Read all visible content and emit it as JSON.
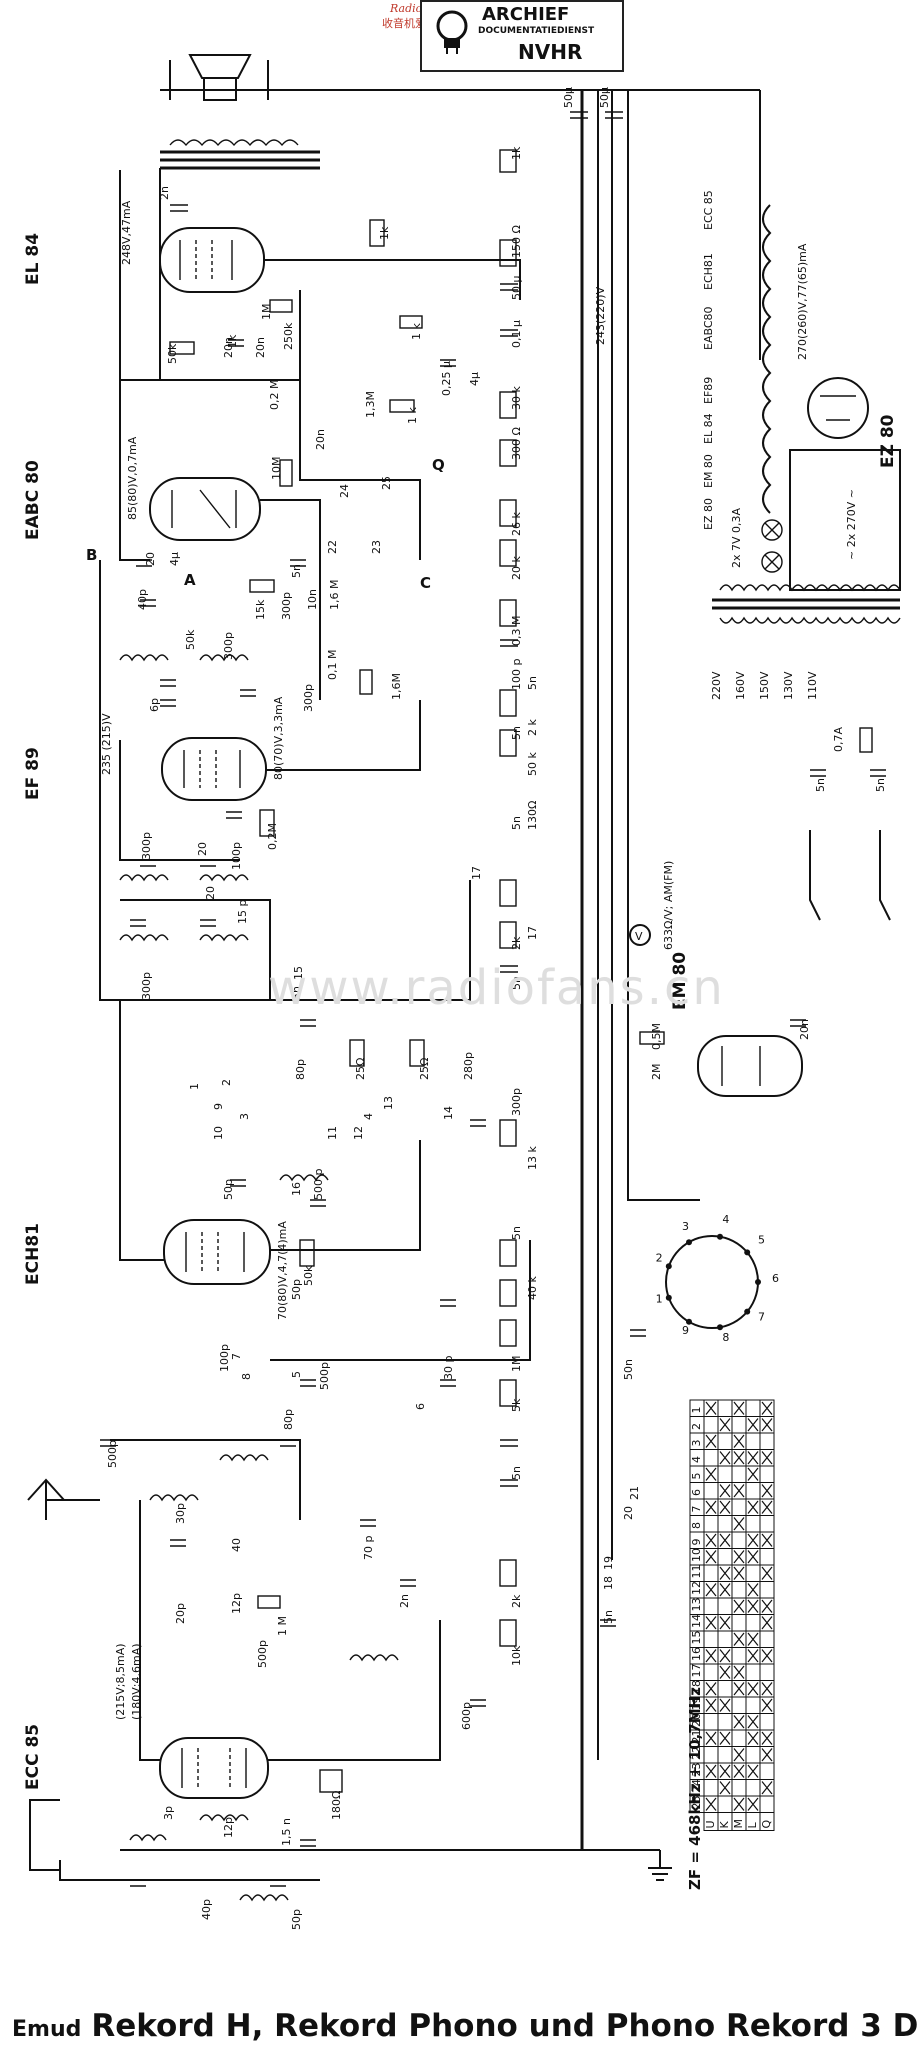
{
  "watermark": {
    "site_top": "RadioFans.CN",
    "site_top_cn": "收音机爱好者资料库",
    "site_mid": "www.radiofans.cn"
  },
  "stamp": {
    "line1": "ARCHIEF",
    "line2": "DOCUMENTATIEDIENST",
    "line3": "NVHR"
  },
  "tubes": {
    "el84": "EL 84",
    "eabc80": "EABC 80",
    "ef89": "EF 89",
    "ech81": "ECH81",
    "ecc85": "ECC 85",
    "em80": "EM 80",
    "ez80": "EZ 80"
  },
  "labels": {
    "el84_voltage": "248V,47mA",
    "eabc_voltage": "85(80)V,0,7mA",
    "ef89_voltage": "80(70)V,3,3mA",
    "ef89_anode": "235 (215)V",
    "ech_voltage": "70(80)V,4,7(4)mA",
    "ecc_v1": "(215V;8,5mA)",
    "ecc_v2": "(180V;4,6mA)",
    "hv_bus": "243(220)V",
    "ez80_rating": "270(260)V,77(65)mA",
    "meter": "V",
    "meter_text": "633Ω/V; AM(FM)",
    "mains_ac": "~ 2x 270V ~",
    "fuse": "0,7A",
    "lamp": "2x 7V 0,3A",
    "zf": "ZF = 468kHz + 10,7MHz",
    "tap_b": "B",
    "tap_c": "C",
    "tap_a": "A",
    "tap_q": "Q"
  },
  "mains_taps": [
    "220V",
    "160V",
    "150V",
    "130V",
    "110V"
  ],
  "heater_tubes": [
    "ECC 85",
    "ECH81",
    "EABC80",
    "EF89",
    "EL 84",
    "EM 80",
    "EZ 80"
  ],
  "components": {
    "c50u_a": "50µ",
    "c50u_b": "50µ",
    "r1k_top": "1k",
    "r1k_b": "1k",
    "c2n": "2n",
    "r150": "150 Ω",
    "c50u_c": "50 µ",
    "c01u": "0,1 µ",
    "r1k_c": "1 k",
    "r1m": "1M",
    "c20n_a": "20n",
    "c20n_b": "20n",
    "r1k_d": "1k",
    "r50k": "50k",
    "p250k": "250k",
    "c025u": "0,25 µ",
    "c4u": "4µ",
    "r30": "30 k",
    "r02m": "0,2 M",
    "r13m": "1,3M",
    "r1k_e": "1 k",
    "r300": "300 Ω",
    "c20n_c": "20n",
    "r10m": "10M",
    "c5n_a": "5n",
    "r20k": "20 k",
    "r26k": "26 k",
    "c20_a": "20",
    "c4u_b": "4µ",
    "c40p": "40p",
    "r50k_b": "50k",
    "c300p_a": "300p",
    "r15k": "15k",
    "c300p_b": "300p",
    "c10n": "10n",
    "r16m": "1,6 M",
    "r01m": "0,1 M",
    "c100p_a": "100 p",
    "r16m_b": "1,6M",
    "c03m": "0,3 M",
    "c5n_b": "5n",
    "r2k": "2 k",
    "c5n_c": "5n",
    "r50k_c": "50 k",
    "c300p_c": "300p",
    "c6p": "6p",
    "c100p_b": "100p",
    "r02m_b": "0,2M",
    "c5n_d": "5n",
    "r130": "130Ω",
    "c300p_d": "300p",
    "c20_b": "20",
    "c20_c": "20",
    "r2k_b": "2k",
    "r17": "17",
    "c15p": "15 p",
    "c5n_e": "5n",
    "c300p_e": "300p",
    "c5n_f": "5n",
    "c80p": "80p",
    "r25a": "25Ω",
    "r25b": "25Ω",
    "c280p": "280p",
    "c300p_f": "300p",
    "r05m": "0,5M",
    "r2m": "2M",
    "c20n_d": "20n",
    "c50p_a": "50p",
    "c500p_a": "500 p",
    "r13": "13 k",
    "c50p_b": "50p",
    "r50k_d": "50k",
    "c5n_g": "5n",
    "r40k": "40 k",
    "c100p_c": "100p",
    "c500p_b": "500p",
    "r1m_b": "1M",
    "c30p": "30 p",
    "r5k": "5k",
    "c80p_b": "80p",
    "c50n": "50n",
    "c500p_c": "500p",
    "c5n_h": "5n",
    "c30p_b": "30p",
    "c40p_b": "40",
    "c70p": "70 p",
    "c2n_b": "2n",
    "c20p": "20p",
    "c12p": "12p",
    "r1m_c": "1 M",
    "c500p_d": "500p",
    "r2k_c": "2k",
    "r10k": "10k",
    "c600p": "600p",
    "c5n_i": "5n",
    "c3p": "3p",
    "c12p_b": "12p",
    "c15p_b": "1,5 n",
    "r180": "180Ω",
    "c40p_c": "40p",
    "c50p_c": "50p",
    "c5n_j": "5n",
    "c5n_k": "5n"
  },
  "switch_contacts": [
    "1",
    "2",
    "3",
    "4",
    "5",
    "6",
    "7",
    "8",
    "9",
    "10",
    "11",
    "12",
    "13",
    "14",
    "15",
    "16",
    "17",
    "18",
    "19",
    "20",
    "21",
    "22",
    "23",
    "24",
    "25"
  ],
  "switch_table": {
    "header": [
      "1",
      "2",
      "3",
      "4",
      "5",
      "6",
      "7",
      "8",
      "9",
      "10",
      "11",
      "12",
      "13",
      "14",
      "15",
      "16",
      "17",
      "18",
      "19",
      "20",
      "21",
      "22",
      "23",
      "24",
      "25"
    ],
    "rows": [
      {
        "label": "U",
        "marks": [
          1,
          0,
          1,
          0,
          1,
          0,
          1,
          0,
          1,
          1,
          0,
          1,
          0,
          1,
          0,
          1,
          0,
          1,
          1,
          0,
          1,
          0,
          1,
          0,
          1
        ]
      },
      {
        "label": "K",
        "marks": [
          0,
          1,
          0,
          1,
          0,
          1,
          1,
          0,
          1,
          0,
          1,
          1,
          0,
          1,
          0,
          1,
          1,
          0,
          1,
          0,
          1,
          0,
          1,
          1,
          0
        ]
      },
      {
        "label": "M",
        "marks": [
          1,
          0,
          1,
          1,
          0,
          1,
          0,
          1,
          0,
          1,
          1,
          0,
          1,
          0,
          1,
          0,
          1,
          1,
          0,
          1,
          0,
          1,
          1,
          0,
          1
        ]
      },
      {
        "label": "L",
        "marks": [
          0,
          1,
          0,
          1,
          1,
          0,
          1,
          0,
          1,
          1,
          0,
          1,
          1,
          0,
          1,
          1,
          0,
          1,
          0,
          1,
          1,
          0,
          1,
          0,
          1
        ]
      },
      {
        "label": "Q",
        "marks": [
          1,
          1,
          0,
          1,
          0,
          1,
          1,
          0,
          1,
          0,
          1,
          0,
          1,
          1,
          0,
          1,
          0,
          1,
          1,
          0,
          1,
          1,
          0,
          1,
          0
        ]
      }
    ]
  },
  "socket_pins": [
    "1",
    "2",
    "3",
    "4",
    "5",
    "6",
    "7",
    "8",
    "9"
  ],
  "footer": {
    "brand": "Emud",
    "models": "Rekord H, Rekord Phono und Phono Rekord 3 D"
  }
}
